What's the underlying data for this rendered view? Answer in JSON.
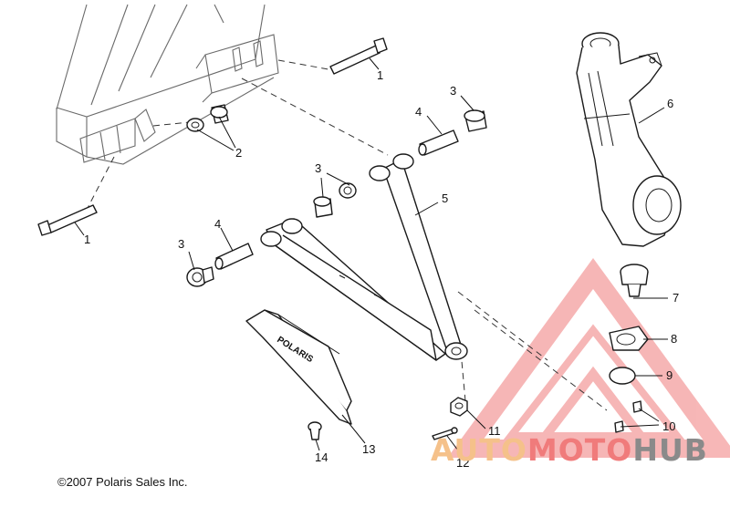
{
  "callouts": [
    {
      "id": "c1a",
      "label": "1"
    },
    {
      "id": "c1b",
      "label": "1"
    },
    {
      "id": "c2",
      "label": "2"
    },
    {
      "id": "c3a",
      "label": "3"
    },
    {
      "id": "c3b",
      "label": "3"
    },
    {
      "id": "c3c",
      "label": "3"
    },
    {
      "id": "c4a",
      "label": "4"
    },
    {
      "id": "c4b",
      "label": "4"
    },
    {
      "id": "c5",
      "label": "5"
    },
    {
      "id": "c6",
      "label": "6"
    },
    {
      "id": "c7",
      "label": "7"
    },
    {
      "id": "c8",
      "label": "8"
    },
    {
      "id": "c9",
      "label": "9"
    },
    {
      "id": "c10",
      "label": "10"
    },
    {
      "id": "c11",
      "label": "11"
    },
    {
      "id": "c12",
      "label": "12"
    },
    {
      "id": "c13",
      "label": "13"
    },
    {
      "id": "c14",
      "label": "14"
    }
  ],
  "guard_logo": "POLARIS",
  "copyright": "©2007 Polaris Sales Inc.",
  "watermark": {
    "part1": "AUTO",
    "part2": "MOTO",
    "part3": "HUB",
    "colors": {
      "auto": "#f5c18a",
      "moto": "#f07b7b",
      "hub": "#8a8a8a",
      "triangle": "#f07b7b"
    }
  }
}
